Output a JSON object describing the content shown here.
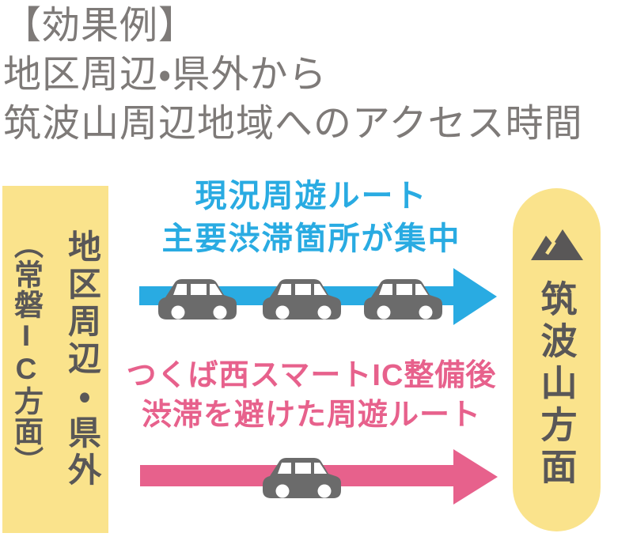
{
  "title": {
    "line1": "【効果例】",
    "line2": "地区周辺・県外から",
    "line3": "筑波山周辺地域へのアクセス時間"
  },
  "origin_box": {
    "main": "地区周辺・県外",
    "sub_prefix": "（常磐",
    "sub_ic": "IC",
    "sub_suffix": "方面）"
  },
  "destination_box": {
    "label": "筑波山方面",
    "icon": "mountain-icon"
  },
  "current_route": {
    "line1": "現況周遊ルート",
    "line2": "主要渋滞箇所が集中",
    "car_count": 3,
    "icon": "car-icon",
    "arrow": "right-arrow"
  },
  "new_route": {
    "line1": "つくば西スマートIC整備後",
    "line2": "渋滞を避けた周遊ルート",
    "car_count": 1,
    "icon": "car-icon",
    "arrow": "right-arrow"
  },
  "colors": {
    "accent_blue": "#29ABE2",
    "accent_pink": "#E7618C",
    "box_yellow": "#FAE38C",
    "text_dark": "#595757",
    "title_gray": "#7E7A78",
    "car_gray": "#6B6B6B",
    "bg": "#FFFFFF"
  }
}
